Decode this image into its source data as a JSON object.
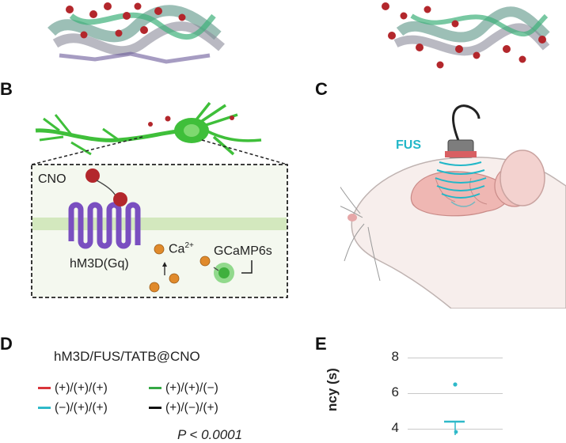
{
  "panels": {
    "b": {
      "letter": "B",
      "cno": "CNO",
      "ca": "Ca",
      "ca_sup": "2+",
      "gcamp": "GCaMP6s",
      "receptor": "hM3D(Gq)"
    },
    "c": {
      "letter": "C",
      "fus": "FUS"
    },
    "d": {
      "letter": "D",
      "title": "hM3D/FUS/TATB@CNO",
      "legend": [
        {
          "label": "(+)/(+)/(+)",
          "color": "#d9353a"
        },
        {
          "label": "(+)/(+)/(−)",
          "color": "#35a845"
        },
        {
          "label": "(−)/(+)/(+)",
          "color": "#2fb9c9"
        },
        {
          "label": "(+)/(−)/(+)",
          "color": "#111111"
        }
      ],
      "pvalue": "P < 0.0001"
    },
    "e": {
      "letter": "E",
      "ylabel_fragment": "ncy (s)",
      "yticks": [
        "8",
        "6",
        "4"
      ]
    }
  },
  "colors": {
    "neuron": "#3fbf3a",
    "cno": "#c0262b",
    "membrane": "#cfe6b8",
    "receptor": "#7a4fc0",
    "calcium": "#e08a2b",
    "fus": "#22b7c8"
  }
}
